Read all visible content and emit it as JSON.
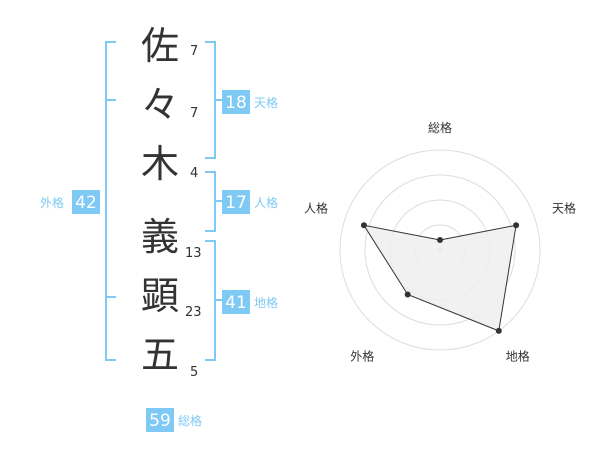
{
  "name_chars": [
    {
      "char": "佐",
      "strokes": "7"
    },
    {
      "char": "々",
      "strokes": "7"
    },
    {
      "char": "木",
      "strokes": "4"
    },
    {
      "char": "義",
      "strokes": "13"
    },
    {
      "char": "顕",
      "strokes": "23"
    },
    {
      "char": "五",
      "strokes": "5"
    }
  ],
  "scores": {
    "tenkaku": {
      "value": "18",
      "label": "天格"
    },
    "jinkaku": {
      "value": "17",
      "label": "人格"
    },
    "chikaku": {
      "value": "41",
      "label": "地格"
    },
    "gaikaku": {
      "value": "42",
      "label": "外格"
    },
    "soukaku": {
      "value": "59",
      "label": "総格"
    }
  },
  "colors": {
    "accent": "#7fc9f5",
    "text": "#333333",
    "radar_fill": "#eeeeee",
    "radar_line": "#333333"
  },
  "chart_data": {
    "type": "radar",
    "axes": [
      "総格",
      "天格",
      "地格",
      "外格",
      "人格"
    ],
    "values": [
      0.1,
      0.8,
      1.0,
      0.55,
      0.8
    ],
    "max": 1,
    "rings": 4
  }
}
